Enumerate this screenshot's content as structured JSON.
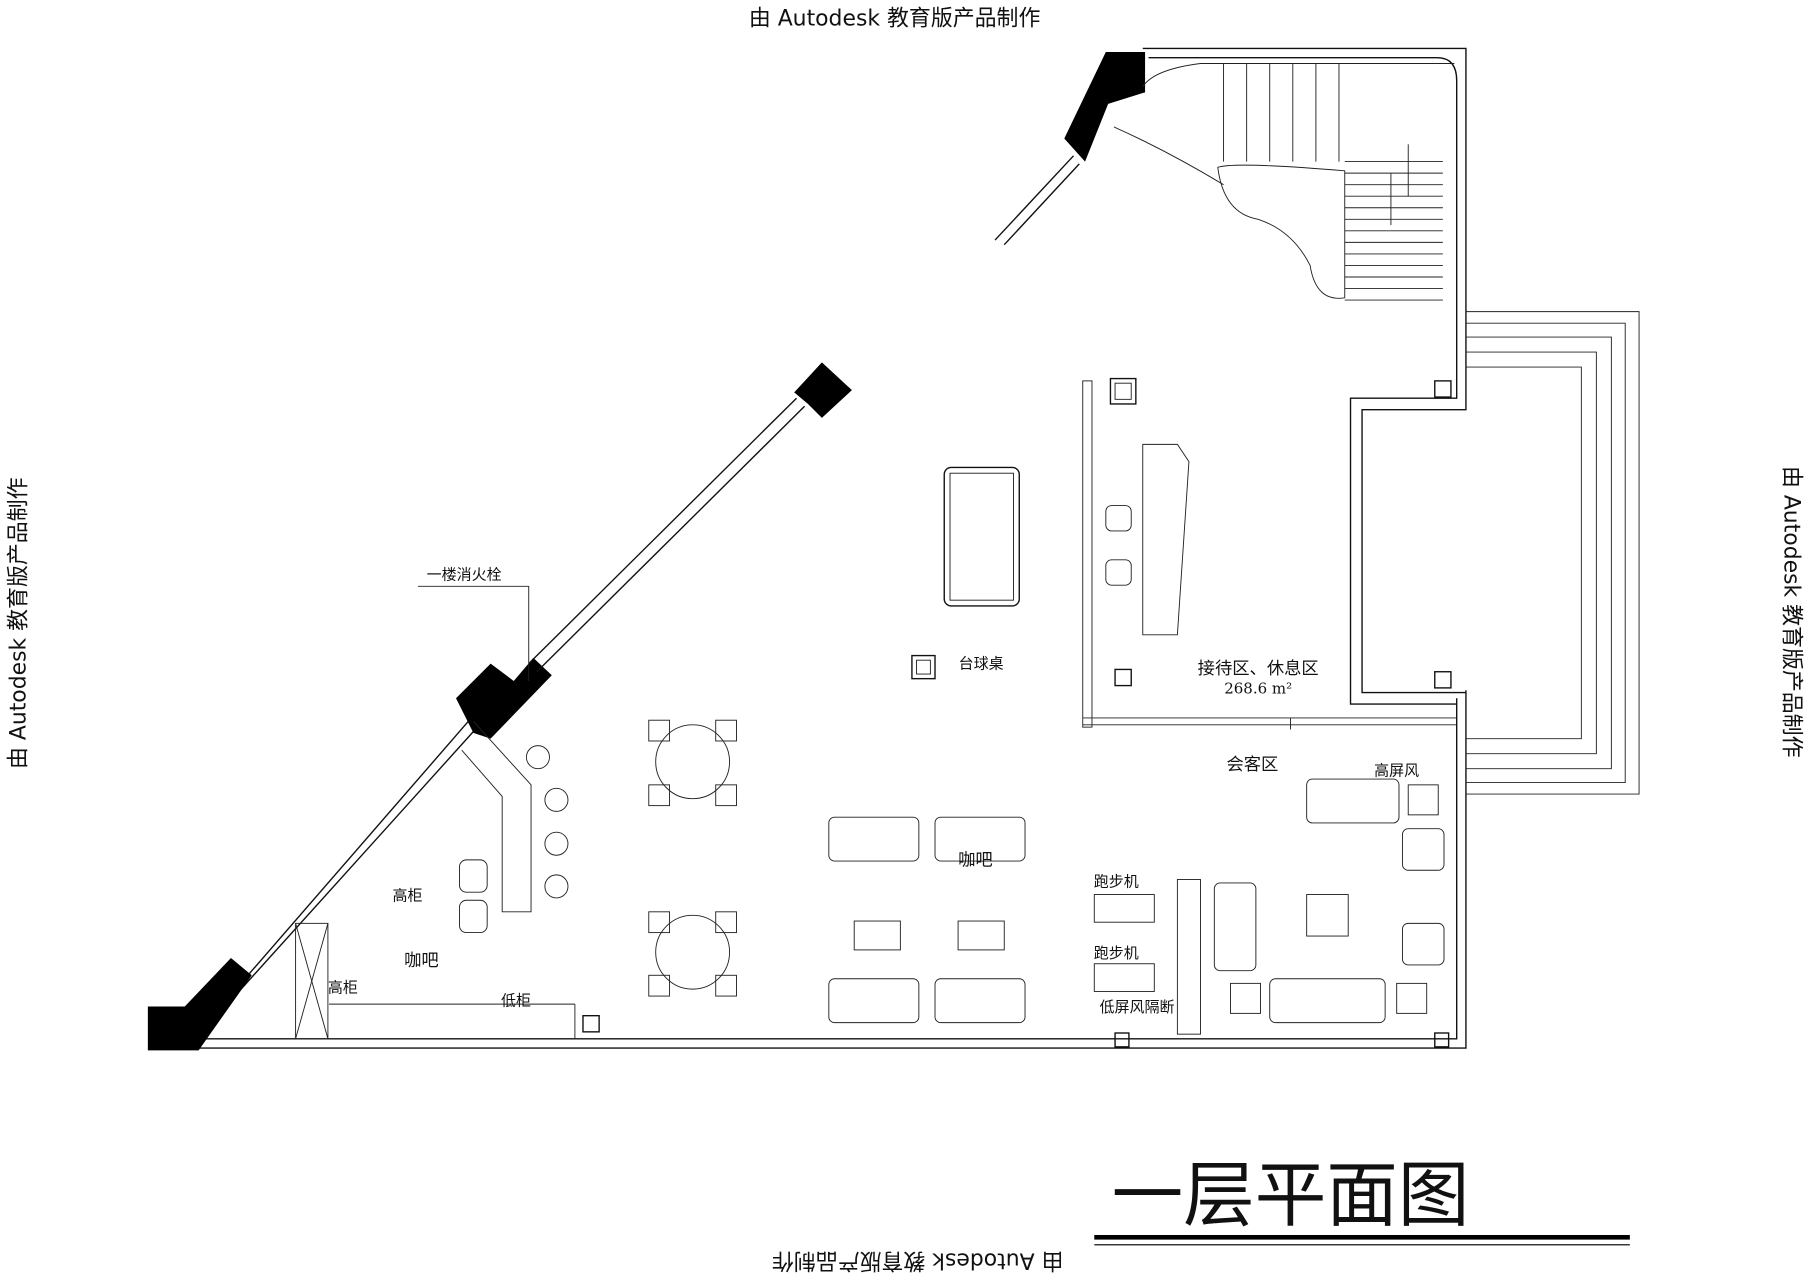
{
  "watermarks": {
    "top": "由 Autodesk 教育版产品制作",
    "left": "由 Autodesk 教育版产品制作",
    "right": "由 Autodesk 教育版产品制作",
    "bottom": "由 Autodesk 教育版产品制作"
  },
  "title": "一层平面图",
  "labels": {
    "hydrant": "一楼消火栓",
    "billiard": "台球桌",
    "reception": "接待区、休息区",
    "area": "268.6 m²",
    "meeting": "会客区",
    "high_screen": "高屏风",
    "coffee_bar_center": "咖吧",
    "treadmill_1": "跑步机",
    "treadmill_2": "跑步机",
    "low_screen": "低屏风隔断",
    "high_cabinet_1": "高柜",
    "coffee_bar_left": "咖吧",
    "high_cabinet_2": "高柜",
    "low_cabinet": "低柜"
  }
}
